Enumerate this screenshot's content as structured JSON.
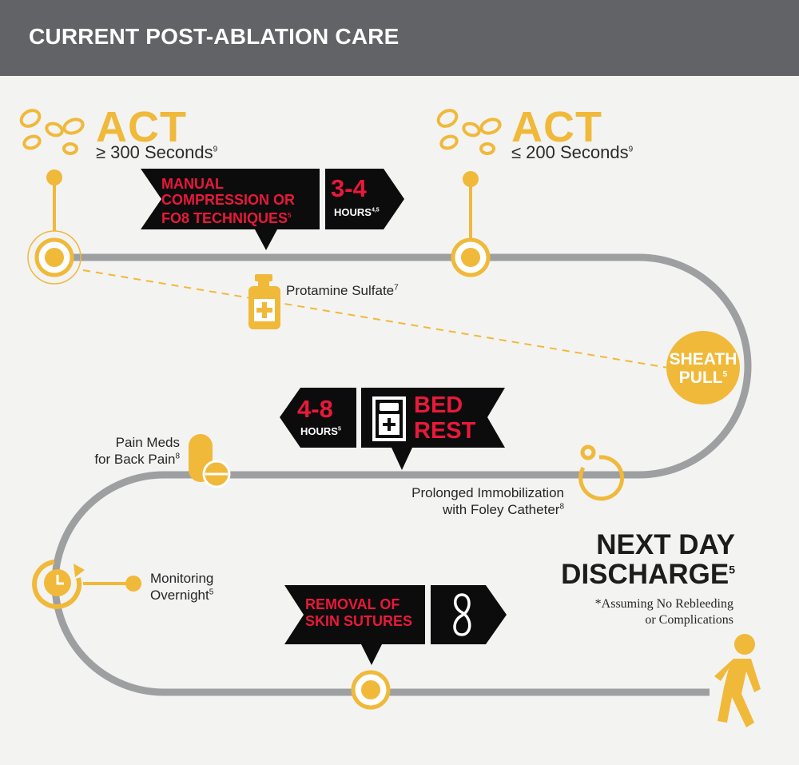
{
  "header": {
    "title": "CURRENT POST-ABLATION CARE"
  },
  "colors": {
    "accent": "#f0b93a",
    "red": "#e8193a",
    "black": "#0c0c0c",
    "gray": "#9e9fa0",
    "header": "#626366"
  },
  "act_start": {
    "label": "ACT",
    "value": "≥ 300 Seconds",
    "ref": "9",
    "icon": "blood-cells-icon"
  },
  "act_end": {
    "label": "ACT",
    "value": "≤ 200 Seconds",
    "ref": "9",
    "icon": "blood-cells-icon"
  },
  "manual_compression": {
    "line1": "MANUAL",
    "line2": "COMPRESSION OR",
    "line3": "FO8 TECHNIQUES",
    "ref": "5"
  },
  "compression_duration": {
    "value": "3-4",
    "unit": "HOURS",
    "ref": "4,5"
  },
  "protamine": {
    "label": "Protamine Sulfate",
    "ref": "7",
    "icon": "medicine-bottle-icon"
  },
  "sheath_pull": {
    "line1": "SHEATH",
    "line2": "PULL",
    "ref": "5"
  },
  "bed_rest_duration": {
    "value": "4-8",
    "unit": "HOURS",
    "ref": "5"
  },
  "bed_rest": {
    "line1": "BED",
    "line2": "REST",
    "icon": "hospital-bed-icon"
  },
  "pain_meds": {
    "line1": "Pain Meds",
    "line2": "for Back Pain",
    "ref": "8",
    "icon": "pill-capsule-icon"
  },
  "foley": {
    "line1": "Prolonged Immobilization",
    "line2": "with Foley Catheter",
    "ref": "8",
    "icon": "catheter-icon"
  },
  "monitoring": {
    "line1": "Monitoring",
    "line2": "Overnight",
    "ref": "5",
    "icon": "clock-icon"
  },
  "sutures": {
    "line1": "REMOVAL OF",
    "line2": "SKIN SUTURES",
    "icon": "suture-icon"
  },
  "discharge": {
    "line1": "NEXT DAY",
    "line2": "DISCHARGE",
    "ref": "5",
    "note1": "*Assuming No Rebleeding",
    "note2": "or Complications",
    "icon": "walking-person-icon"
  }
}
